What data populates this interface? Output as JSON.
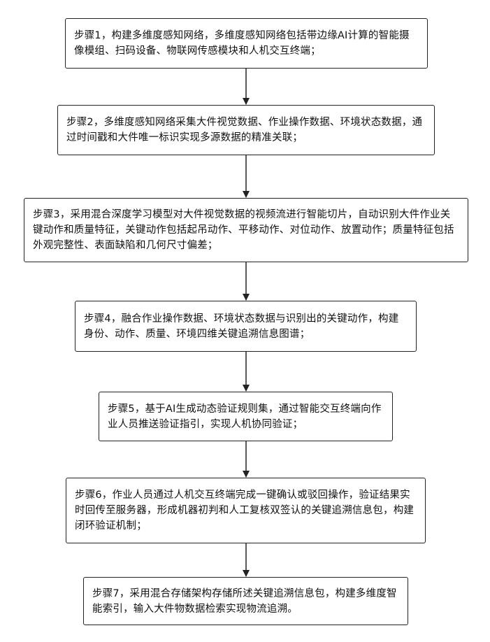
{
  "steps": [
    {
      "text": "步骤1，构建多维度感知网络，多维度感知网络包括带边缘AI计算的智能摄像模组、扫码设备、物联网传感模块和人机交互终端；"
    },
    {
      "text": "步骤2，多维度感知网络采集大件视觉数据、作业操作数据、环境状态数据，通过时间戳和大件唯一标识实现多源数据的精准关联；"
    },
    {
      "text": "步骤3，采用混合深度学习模型对大件视觉数据的视频流进行智能切片，自动识别大件作业关键动作和质量特征，关键动作包括起吊动作、平移动作、对位动作、放置动作；质量特征包括外观完整性、表面缺陷和几何尺寸偏差；"
    },
    {
      "text": "步骤4，融合作业操作数据、环境状态数据与识别出的关键动作，构建身份、动作、质量、环境四维关键追溯信息图谱；"
    },
    {
      "text": "步骤5，基于AI生成动态验证规则集，通过智能交互终端向作业人员推送验证指引，实现人机协同验证；"
    },
    {
      "text": "步骤6，作业人员通过人机交互终端完成一键确认或驳回操作，验证结果实时回传至服务器，形成机器初判和人工复核双签认的关键追溯信息包，构建闭环验证机制；"
    },
    {
      "text": "步骤7，采用混合存储架构存储所述关键追溯信息包，构建多维度智能索引，输入大件物数据检索实现物流追溯。"
    }
  ]
}
